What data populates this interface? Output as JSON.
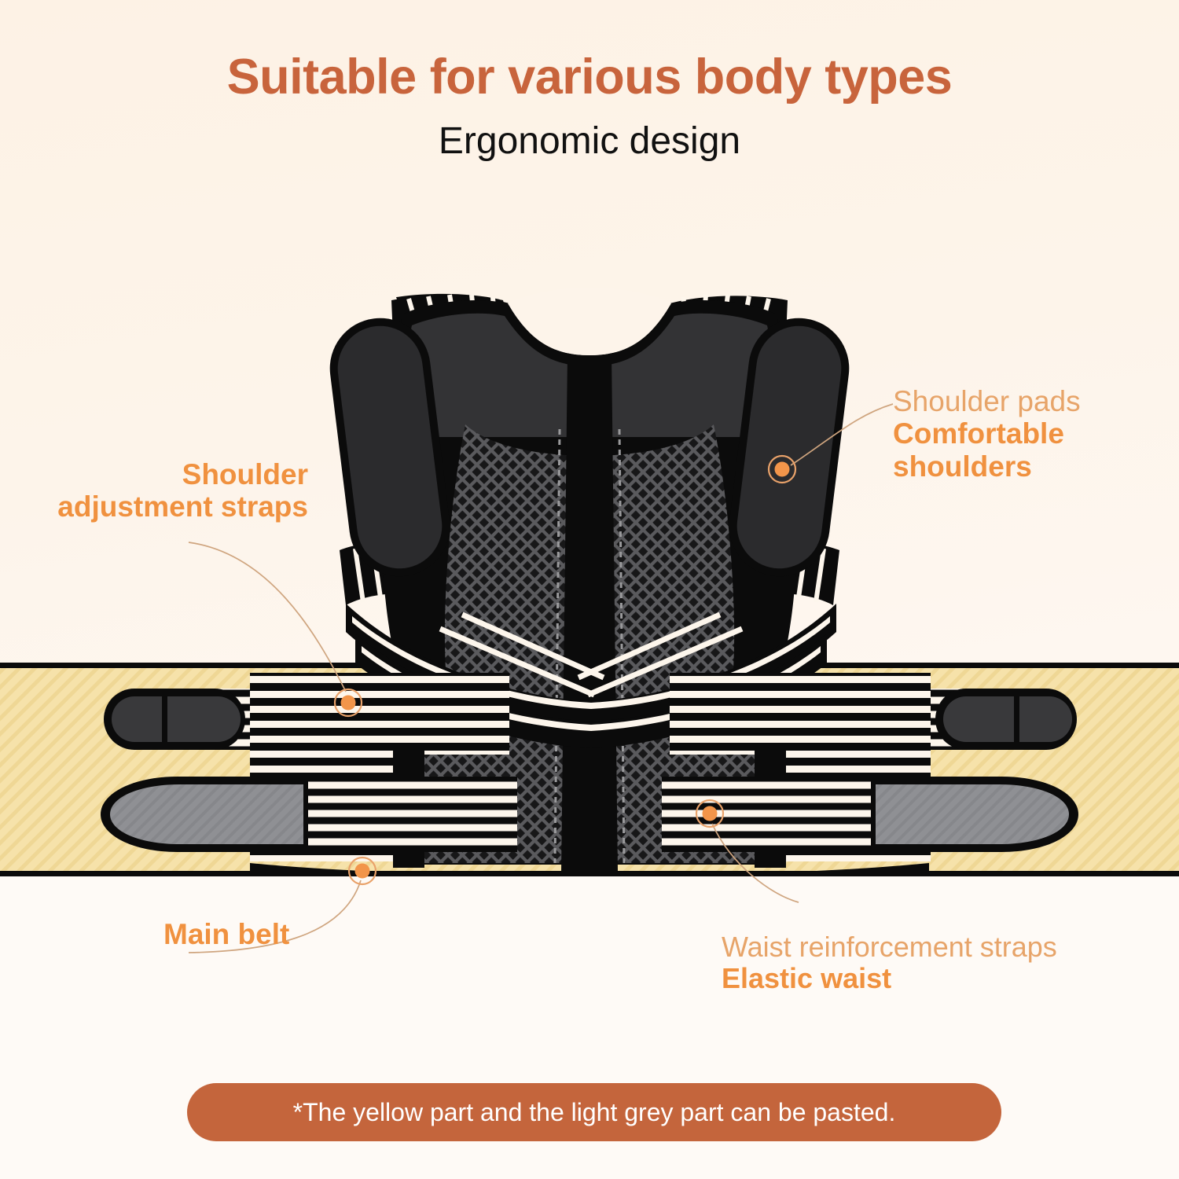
{
  "header": {
    "title": "Suitable for various body types",
    "subtitle": "Ergonomic design"
  },
  "callouts": {
    "shoulder_pads": {
      "line1": "Shoulder pads",
      "line2": "Comfortable",
      "line3": "shoulders"
    },
    "shoulder_straps": {
      "line1": "Shoulder",
      "line2": "adjustment straps"
    },
    "main_belt": {
      "line1": "Main belt"
    },
    "waist": {
      "line1": "Waist reinforcement straps",
      "line2": "Elastic waist"
    }
  },
  "footer": {
    "note": "*The yellow part and the light grey part can be pasted."
  },
  "colors": {
    "brand_title": "#c8643c",
    "accent_bold": "#f0913f",
    "accent_thin": "#e7a469",
    "banner_bg": "#c4653c",
    "background_top": "#fdf2e5",
    "background_bottom": "#fefaf6",
    "yellow_band": "#f5e0a6",
    "grey_tab": "#8f9094",
    "dark_tab": "#39393b",
    "strap_black": "#0b0b0b",
    "mesh_grey": "#4b4b4d"
  },
  "product": {
    "name": "posture-corrector-back-brace",
    "view": "back",
    "parts": [
      "shoulder-pads",
      "shoulder-adjustment-straps",
      "upper-belt",
      "main-belt",
      "waist-reinforcement-straps",
      "mesh-back-panel",
      "center-spine",
      "velcro-tabs"
    ]
  }
}
